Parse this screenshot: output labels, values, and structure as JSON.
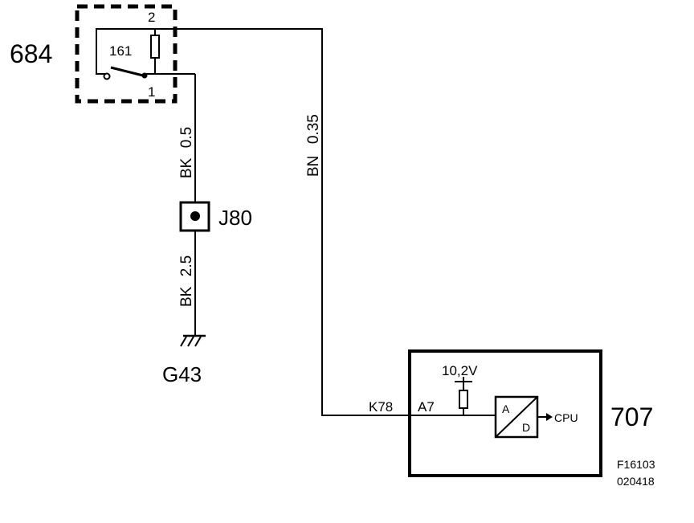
{
  "components": {
    "switch_unit": {
      "id": "684",
      "inner_label": "161",
      "pin_top": "2",
      "pin_bottom": "1"
    },
    "splice": {
      "id": "J80"
    },
    "ground": {
      "id": "G43"
    },
    "control_module": {
      "id": "707",
      "supply": "10,2V",
      "converter_top": "A",
      "converter_bottom": "D",
      "output": "CPU",
      "connector": "K78",
      "pin": "A7"
    }
  },
  "wires": {
    "upper_left": {
      "color": "BK",
      "size": "0.5"
    },
    "lower_left": {
      "color": "BK",
      "size": "2.5"
    },
    "right": {
      "color": "BN",
      "size": "0.35"
    }
  },
  "figure": {
    "code": "F16103",
    "date": "020418"
  }
}
